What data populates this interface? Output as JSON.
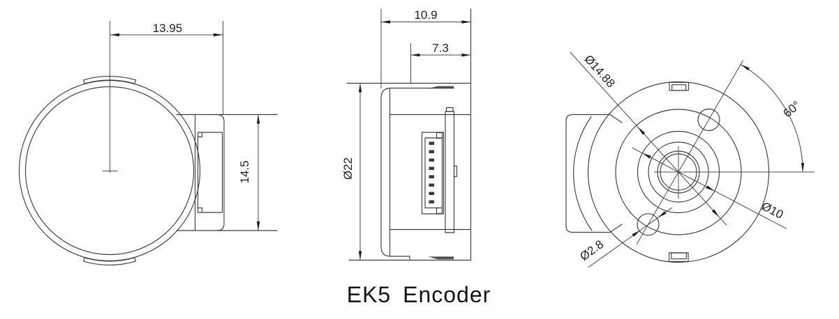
{
  "title": "EK5 Encoder",
  "views": {
    "front": {
      "width_dim": "13.95",
      "height_dim": "14.5"
    },
    "side": {
      "total_depth_dim": "10.9",
      "connector_depth_dim": "7.3",
      "body_diameter_dim": "Ø22"
    },
    "rear": {
      "bolt_circle_dim": "Ø14.88",
      "hole_angle_dim": "60°",
      "shaft_boss_dim": "Ø10",
      "mount_hole_dim": "Ø2.8"
    }
  }
}
